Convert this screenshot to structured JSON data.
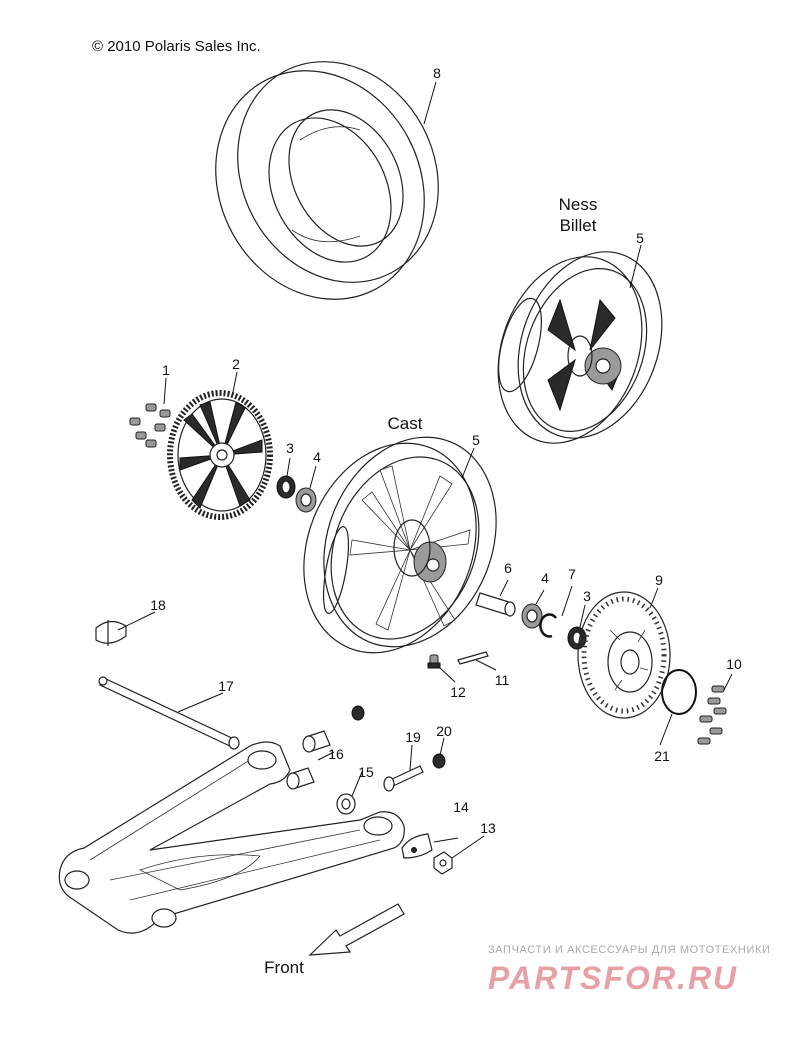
{
  "copyright": "© 2010 Polaris Sales Inc.",
  "captions": {
    "ness_line1": "Ness",
    "ness_line2": "Billet",
    "cast": "Cast",
    "front": "Front"
  },
  "callouts": {
    "c1": "1",
    "c2": "2",
    "c3a": "3",
    "c3b": "3",
    "c4a": "4",
    "c4b": "4",
    "c5a": "5",
    "c5b": "5",
    "c6": "6",
    "c7": "7",
    "c8": "8",
    "c9": "9",
    "c10": "10",
    "c11": "11",
    "c12": "12",
    "c13": "13",
    "c14": "14",
    "c15": "15",
    "c16": "16",
    "c17": "17",
    "c18": "18",
    "c19": "19",
    "c20": "20",
    "c21": "21"
  },
  "watermark": {
    "line1": "ЗАПЧАСТИ И АКСЕССУАРЫ ДЛЯ МОТОТЕХНИКИ",
    "line2": "PARTSFOR.RU"
  }
}
